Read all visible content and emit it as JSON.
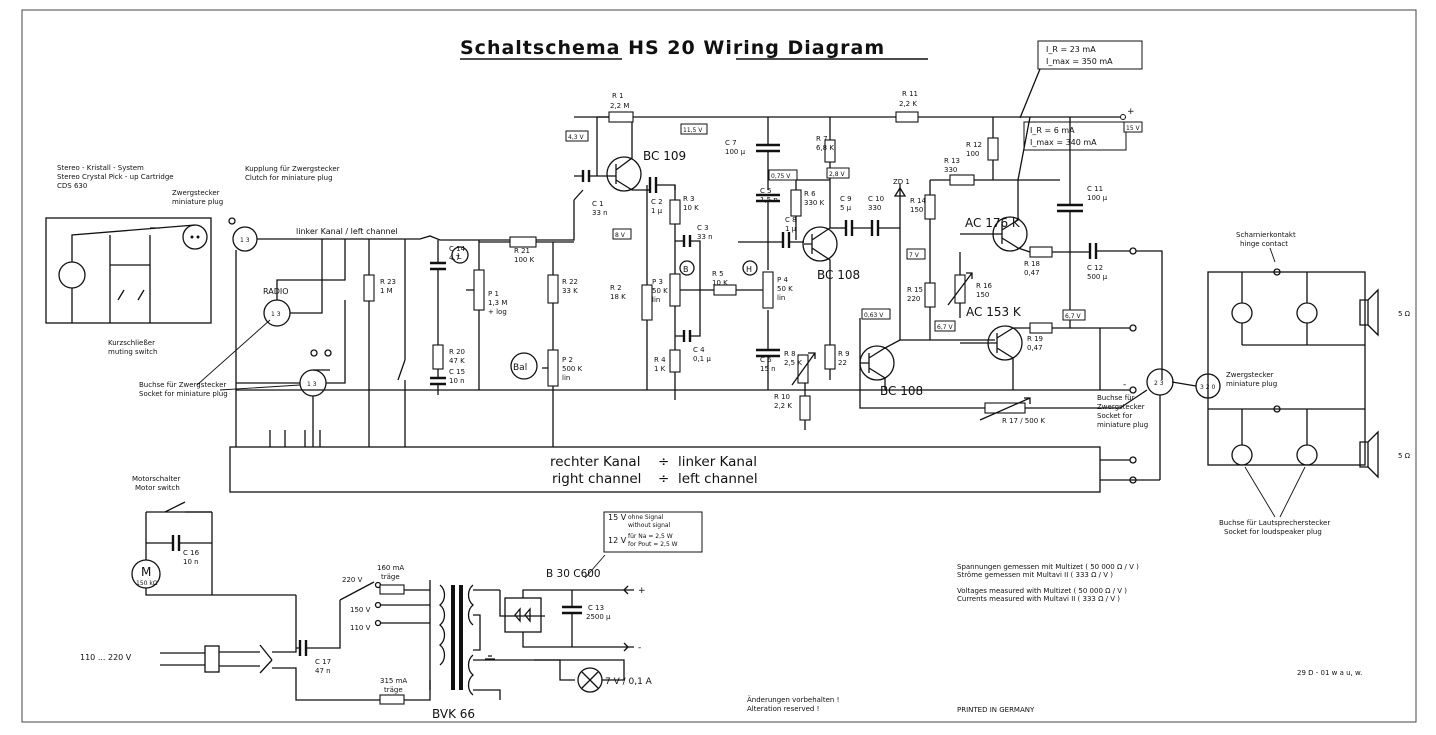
{
  "title": "Schaltschema HS 20    Wiring Diagram",
  "meters": {
    "top": {
      "line1": "I_R  =  23 mA",
      "line2": "I_max = 350 mA"
    },
    "mid": {
      "line1": "I_R  =  6 mA",
      "line2": "I_max = 340 mA"
    }
  },
  "cartridge": {
    "line1": "Stereo - Kristall - System",
    "line2": "Stereo Crystal Pick - up Cartridge",
    "line3": "CDS 630"
  },
  "zwergstecker_top": {
    "line1": "Zwergstecker",
    "line2": "miniature plug"
  },
  "kupplung": {
    "line1": "Kupplung für Zwergstecker",
    "line2": "Clutch for miniature plug"
  },
  "left_channel": "linker Kanal / left channel",
  "radio": "RADIO",
  "muting": {
    "line1": "Kurzschließer",
    "line2": "muting switch"
  },
  "socket_left": {
    "line1": "Buchse für Zwergstecker",
    "line2": "Socket for miniature plug"
  },
  "transistors": {
    "t1": "BC 109",
    "t2": "BC 108",
    "t3": "BC 108",
    "t4": "AC 176 K",
    "t5": "AC 153 K"
  },
  "voltages": {
    "v1": "4,3 V",
    "v2": "11,5 V",
    "v3": "8 V",
    "v4": "0,75 V",
    "v5": "2,8 V",
    "v6": "15 V",
    "v7": "7 V",
    "v8": "6,7 V",
    "v9": "0,63 V",
    "v10": "6,7 V"
  },
  "components": {
    "r1": [
      "R 1",
      "2,2 M"
    ],
    "c1": [
      "C 1",
      "33 n"
    ],
    "c7": [
      "C 7",
      "100 µ"
    ],
    "r7": [
      "R 7",
      "6,8 K"
    ],
    "r11": [
      "R 11",
      "2,2 K"
    ],
    "r12": [
      "R 12",
      "100"
    ],
    "r13": [
      "R 13",
      "330"
    ],
    "c2": [
      "C 2",
      "1 µ"
    ],
    "r3": [
      "R 3",
      "10 K"
    ],
    "c3": [
      "C 3",
      "33 n"
    ],
    "c5": [
      "C 5",
      "1,5 n"
    ],
    "r6": [
      "R 6",
      "330 K"
    ],
    "c9": [
      "C 9",
      "5 µ"
    ],
    "c10": [
      "C 10",
      "330"
    ],
    "zd1": [
      "ZD 1",
      ""
    ],
    "r14": [
      "R 14",
      "150"
    ],
    "c11": [
      "C 11",
      "100 µ"
    ],
    "c14": [
      "C 14",
      "4,7"
    ],
    "r21": [
      "R 21",
      "100 K"
    ],
    "r23": [
      "R 23",
      "1 M"
    ],
    "p1": [
      "P 1",
      "1,3 M",
      "+ log"
    ],
    "r22": [
      "R 22",
      "33 K"
    ],
    "r2": [
      "R 2",
      "18 K"
    ],
    "p3": [
      "P 3",
      "50 K",
      "lin"
    ],
    "r5": [
      "R 5",
      "10 K"
    ],
    "c8": [
      "C 8",
      "1 µ"
    ],
    "p4": [
      "P 4",
      "50 K",
      "lin"
    ],
    "r18": [
      "R 18",
      "0,47"
    ],
    "c12": [
      "C 12",
      "500 µ"
    ],
    "r15": [
      "R 15",
      "220"
    ],
    "r16": [
      "R 16",
      "150"
    ],
    "r20": [
      "R 20",
      "47 K"
    ],
    "c15": [
      "C 15",
      "10 n"
    ],
    "p2": [
      "P 2",
      "500 K",
      "lin"
    ],
    "r4": [
      "R 4",
      "1 K"
    ],
    "c4": [
      "C 4",
      "0,1 µ"
    ],
    "c6": [
      "C 6",
      "15 n"
    ],
    "r8": [
      "R 8",
      "2,5 K"
    ],
    "r9": [
      "R 9",
      "22"
    ],
    "r10": [
      "R 10",
      "2,2 K"
    ],
    "r17": [
      "R 17 / 500 K",
      ""
    ],
    "r19": [
      "R 19",
      "0,47"
    ],
    "c16": [
      "C 16",
      "10 n"
    ],
    "c17": [
      "C 17",
      "47 n"
    ],
    "c13": [
      "C 13",
      "2500 µ"
    ]
  },
  "knobs": {
    "l": "L",
    "b": "B",
    "h": "H",
    "bal": "Bal"
  },
  "channel_box": {
    "row1_a": "rechter Kanal",
    "row1_b": "linker Kanal",
    "row2_a": "right channel",
    "row2_b": "left channel",
    "sep": "÷"
  },
  "socket_right": {
    "line1": "Buchse für",
    "line2": "Zwergstecker",
    "line3": "Socket for",
    "line4": "miniature plug"
  },
  "hinge": {
    "line1": "Scharnierkontakt",
    "line2": "hinge contact"
  },
  "zwergstecker_right": {
    "line1": "Zwergstecker",
    "line2": "miniature plug"
  },
  "speaker_ohm": "5 Ω",
  "speaker_socket": {
    "line1": "Buchse für Lautsprecherstecker",
    "line2": "Socket for loudspeaker plug"
  },
  "motor_switch": {
    "line1": "Motorschalter",
    "line2": "Motor switch"
  },
  "motor": {
    "letter": "M",
    "value": "150 kΩ"
  },
  "mains": "110 ... 220 V",
  "taps": {
    "t220": "220 V",
    "t150": "150 V",
    "t110": "110 V"
  },
  "fuse_top": {
    "line1": "160 mA",
    "line2": "träge"
  },
  "fuse_bottom": {
    "line1": "315 mA",
    "line2": "träge"
  },
  "transformer": "BVK 66",
  "rectifier": "B 30 C600",
  "lamp": "7 V / 0,1 A",
  "note_box": {
    "r1v": "15 V",
    "r1a": "ohne Signal",
    "r1b": "without signal",
    "r2v": "12 V",
    "r2a": "für Na = 2,5 W",
    "r2b": "for Pout = 2,5 W"
  },
  "measure": {
    "line1": "Spannungen gemessen mit Multizet   ( 50 000 Ω / V )",
    "line2": "Ströme gemessen mit Multavi II         ( 333 Ω / V )",
    "line3": "Voltages measured with Multizet     ( 50 000 Ω / V )",
    "line4": "Currents measured with Multavi II      ( 333 Ω / V )"
  },
  "alteration": {
    "line1": "Änderungen vorbehalten !",
    "line2": "Alteration reserved !"
  },
  "printed": "PRINTED IN GERMANY",
  "code": "29 D - 01   w a u, w."
}
